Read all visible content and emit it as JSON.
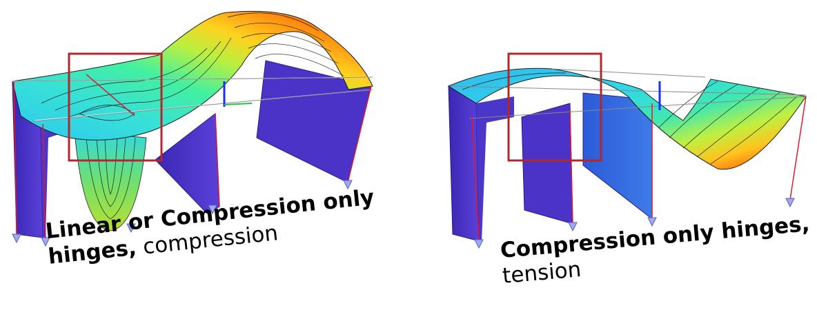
{
  "captions": {
    "left": {
      "line1_bold": "Linear or Compression only",
      "line2_bold": "hinges,",
      "line2_normal": " compression"
    },
    "right": {
      "line1_bold": "Compression only hinges,",
      "line2_normal": "tension"
    }
  },
  "colors": {
    "wall": "#4b33c7",
    "wall_dark": "#2e1f9a",
    "highlight_box": "#b3262b",
    "member_line": "#e01830",
    "axis_blue": "#1a2cff"
  }
}
